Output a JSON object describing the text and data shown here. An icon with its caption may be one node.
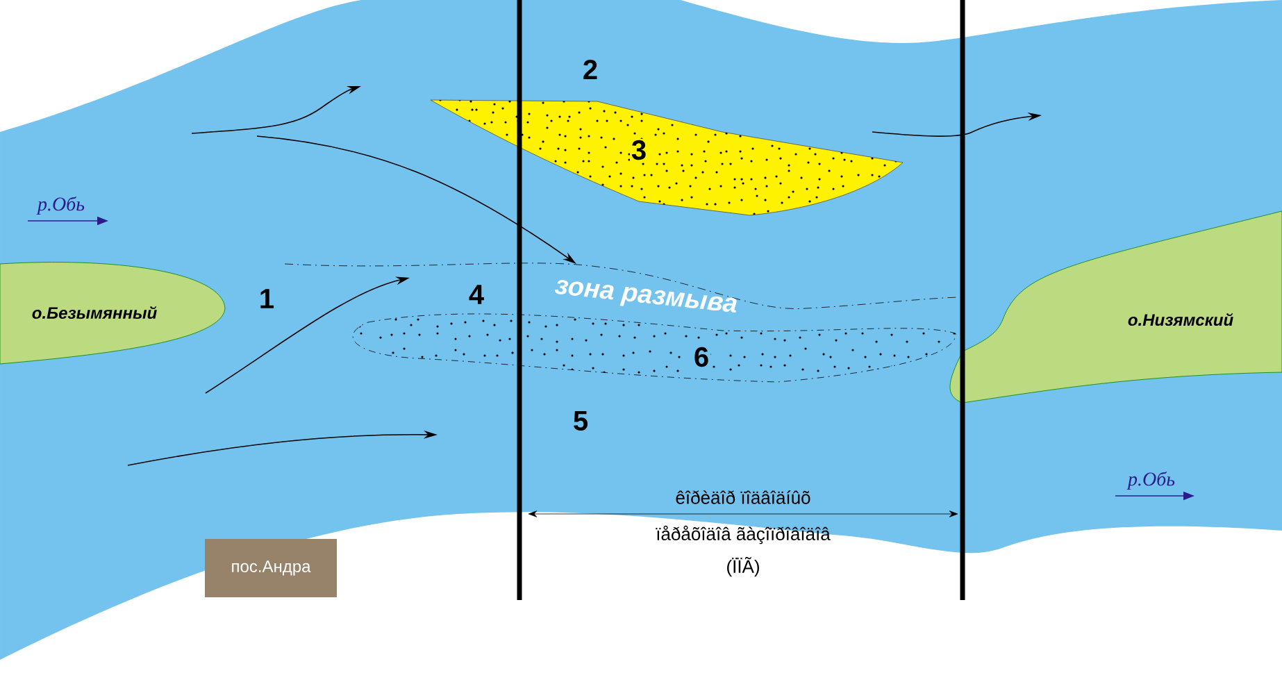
{
  "diagram": {
    "nodes": [
      {
        "text": [
          "3"
        ]
      },
      {
        "text": [
          "о.Безымянный"
        ]
      },
      {
        "text": [
          "6"
        ]
      },
      {
        "text": [
          "о.Низямский"
        ]
      },
      {
        "text": [
          "пос.Андра"
        ]
      }
    ],
    "labels": [
      "2",
      "р.Обь",
      "4",
      "зона размыва",
      "1",
      "5",
      "р.Обь",
      "êîðèäîð ïîäâîäíûõ",
      "ïåðåõîäîâ ãàçîïðîâîäîâ",
      "(ÏÏÃ)"
    ]
  }
}
